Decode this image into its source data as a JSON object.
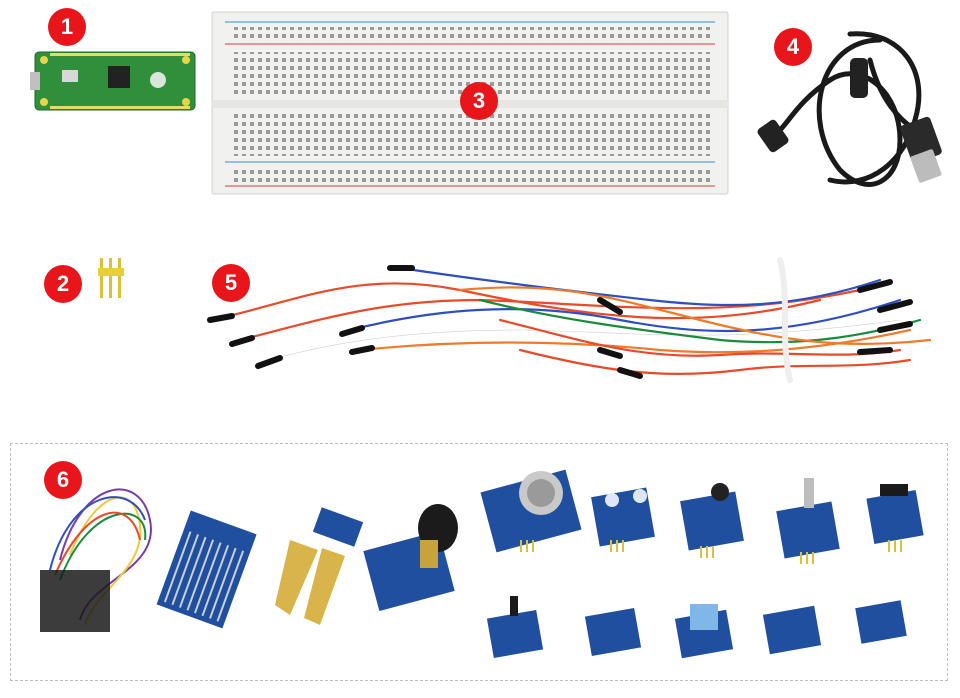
{
  "badges": [
    {
      "label": "1"
    },
    {
      "label": "2"
    },
    {
      "label": "3"
    },
    {
      "label": "4"
    },
    {
      "label": "5"
    },
    {
      "label": "6"
    }
  ],
  "colors": {
    "badge": "#e8161b",
    "pcb_green": "#2f8f3a",
    "sensor_blue": "#1f4f9e",
    "breadboard": "#f1f1ef",
    "cable": "#1a1a1a"
  },
  "items": [
    {
      "name": "raspberry-pi-pico-board"
    },
    {
      "name": "pin-header"
    },
    {
      "name": "breadboard"
    },
    {
      "name": "micro-usb-cable"
    },
    {
      "name": "jumper-wires"
    },
    {
      "name": "sensor-modules"
    }
  ]
}
